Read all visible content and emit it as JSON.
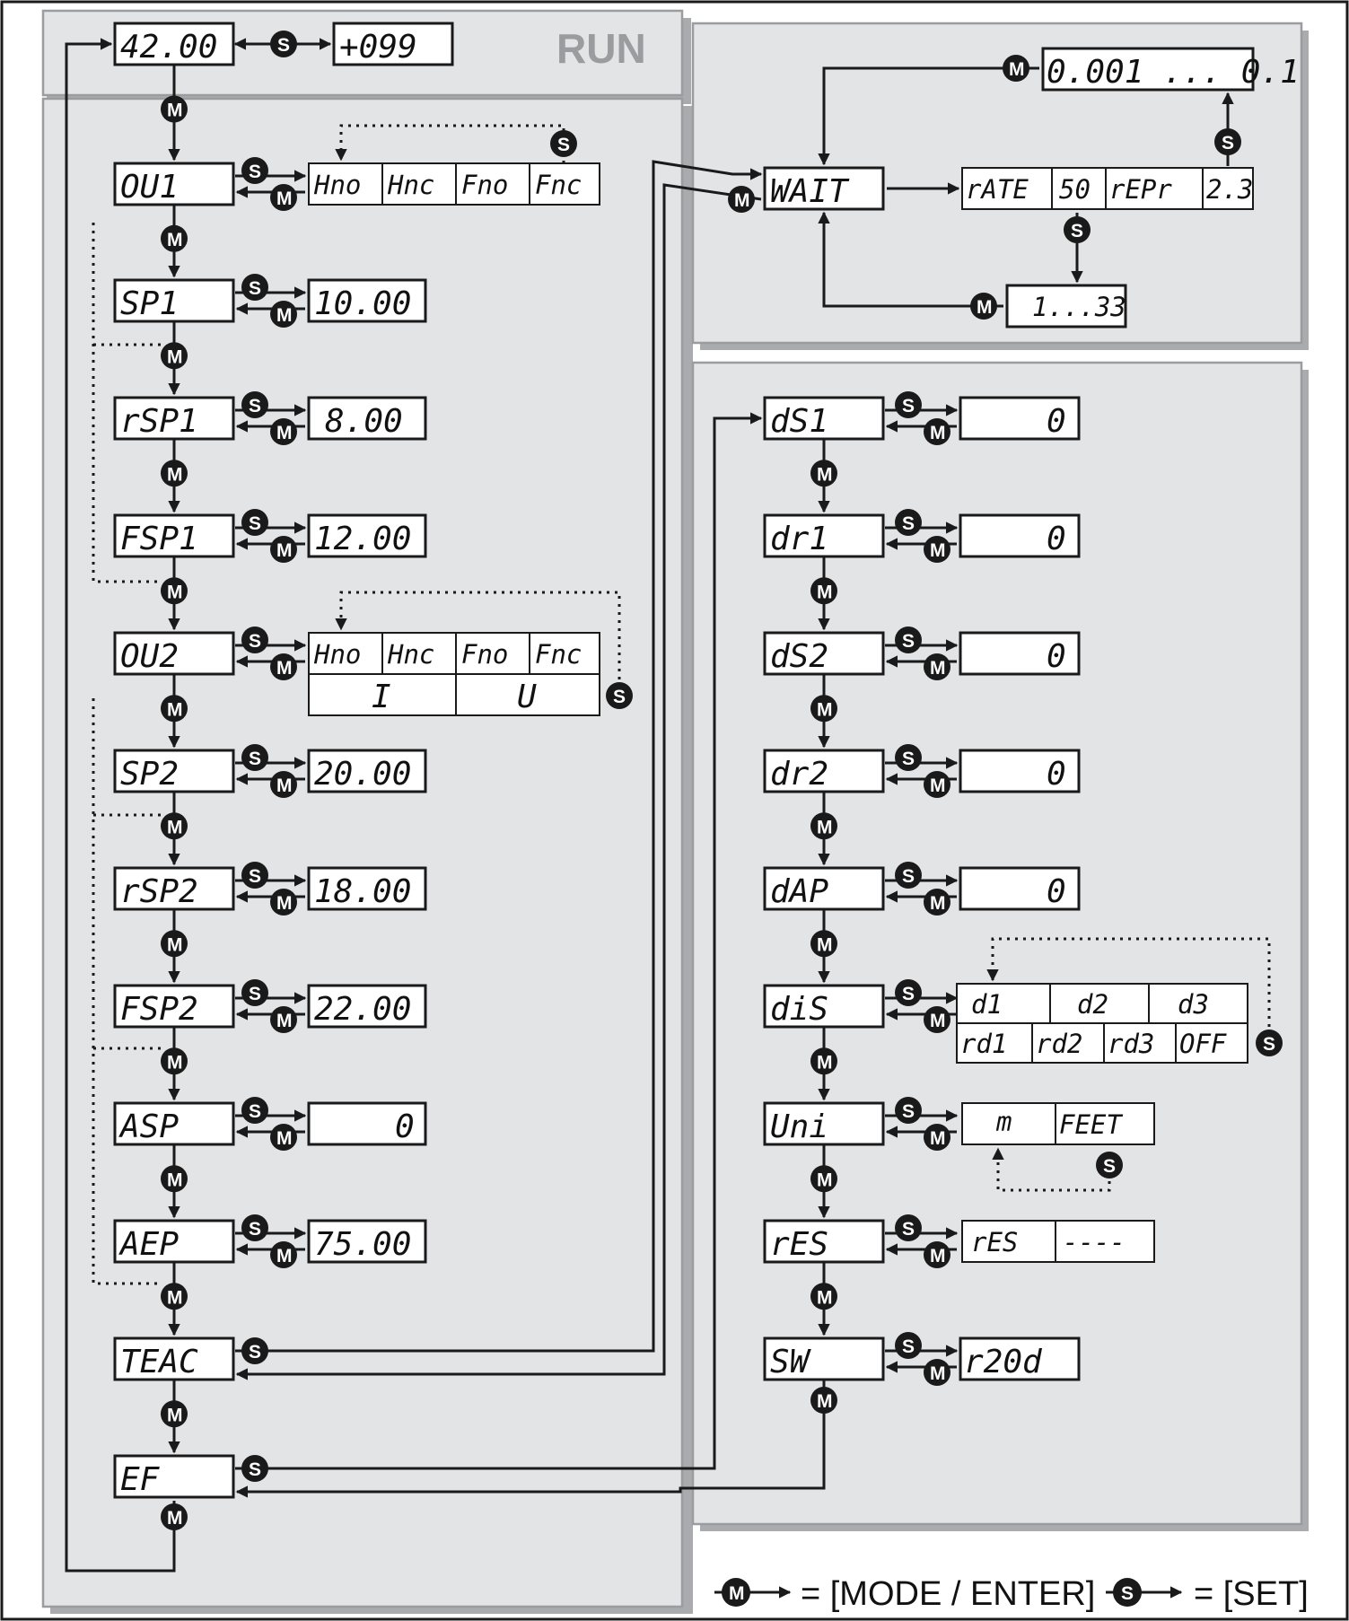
{
  "run_label": "RUN",
  "legend": {
    "mode_button": "M",
    "set_button": "S",
    "mode_text": "= [MODE / ENTER]",
    "set_text": "= [SET]"
  },
  "run_display": {
    "value": "42.00",
    "alt_value": "+099"
  },
  "left_menu": [
    {
      "id": "ou1",
      "label": "OU1",
      "options": [
        "Hno",
        "Hnc",
        "Fno",
        "Fnc"
      ]
    },
    {
      "id": "sp1",
      "label": "SP1",
      "value": "10.00"
    },
    {
      "id": "rsp1",
      "label": "rSP1",
      "value": "8.00"
    },
    {
      "id": "fsp1",
      "label": "FSP1",
      "value": "12.00"
    },
    {
      "id": "ou2",
      "label": "OU2",
      "options": [
        "Hno",
        "Hnc",
        "Fno",
        "Fnc"
      ],
      "options2": [
        "I",
        "U"
      ]
    },
    {
      "id": "sp2",
      "label": "SP2",
      "value": "20.00"
    },
    {
      "id": "rsp2",
      "label": "rSP2",
      "value": "18.00"
    },
    {
      "id": "fsp2",
      "label": "FSP2",
      "value": "22.00"
    },
    {
      "id": "asp",
      "label": "ASP",
      "value": "0"
    },
    {
      "id": "aep",
      "label": "AEP",
      "value": "75.00"
    },
    {
      "id": "teac",
      "label": "TEAC"
    },
    {
      "id": "ef",
      "label": "EF"
    }
  ],
  "teach": {
    "wait": "WAIT",
    "rate": "rATE",
    "rate_value": "50",
    "repr": "rEPr",
    "repr_value": "2.3",
    "rate_range": "0.001 ... 0.1",
    "repr_range": "1...33"
  },
  "ef_menu": [
    {
      "id": "ds1",
      "label": "dS1",
      "value": "0"
    },
    {
      "id": "dr1",
      "label": "dr1",
      "value": "0"
    },
    {
      "id": "ds2",
      "label": "dS2",
      "value": "0"
    },
    {
      "id": "dr2",
      "label": "dr2",
      "value": "0"
    },
    {
      "id": "dap",
      "label": "dAP",
      "value": "0"
    },
    {
      "id": "dis",
      "label": "diS",
      "options": [
        "d1",
        "d2",
        "d3"
      ],
      "options2": [
        "rd1",
        "rd2",
        "rd3",
        "OFF"
      ]
    },
    {
      "id": "uni",
      "label": "Uni",
      "options": [
        "m",
        "FEET"
      ]
    },
    {
      "id": "res",
      "label": "rES",
      "options": [
        "rES",
        "----"
      ]
    },
    {
      "id": "sw",
      "label": "SW",
      "value": "r20d"
    }
  ]
}
